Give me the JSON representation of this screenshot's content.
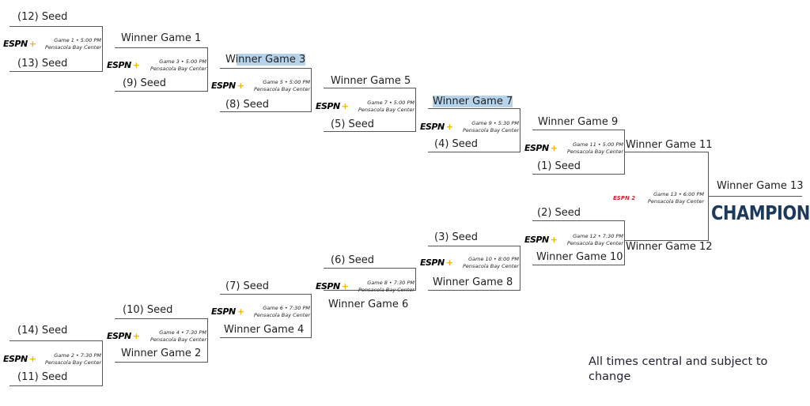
{
  "slots": {
    "s12": "(12) Seed",
    "s13": "(13) Seed",
    "s14": "(14) Seed",
    "s11": "(11) Seed",
    "s9": "(9) Seed",
    "s10": "(10) Seed",
    "s8": "(8) Seed",
    "s7": "(7) Seed",
    "s5": "(5) Seed",
    "s6": "(6) Seed",
    "s4": "(4) Seed",
    "s3": "(3) Seed",
    "s1": "(1) Seed",
    "s2": "(2) Seed",
    "w1": "Winner Game 1",
    "w2": "Winner Game 2",
    "w3": "Winner Game 3",
    "w4": "Winner Game 4",
    "w5": "Winner Game 5",
    "w6": "Winner Game 6",
    "w7": "Winner Game 7",
    "w8": "Winner Game 8",
    "w9": "Winner Game 9",
    "w10": "Winner Game 10",
    "w11": "Winner Game 11",
    "w12": "Winner Game 12",
    "w13": "Winner Game 13"
  },
  "games": {
    "g1": {
      "time": "Game 1 • 5:00 PM",
      "venue": "Pensacola Bay Center"
    },
    "g2": {
      "time": "Game 2 • 7:30 PM",
      "venue": "Pensacola Bay Center"
    },
    "g3": {
      "time": "Game 3 • 5:00 PM",
      "venue": "Pensacola Bay Center"
    },
    "g4": {
      "time": "Game 4 • 7:30 PM",
      "venue": "Pensacola Bay Center"
    },
    "g5": {
      "time": "Game 5 • 5:00 PM",
      "venue": "Pensacola Bay Center"
    },
    "g6": {
      "time": "Game 6 • 7:30 PM",
      "venue": "Pensacola Bay Center"
    },
    "g7": {
      "time": "Game 7 • 5:00 PM",
      "venue": "Pensacola Bay Center"
    },
    "g8": {
      "time": "Game 8 • 7:30 PM",
      "venue": "Pensacola Bay Center"
    },
    "g9": {
      "time": "Game 9 • 5:30 PM",
      "venue": "Pensacola Bay Center"
    },
    "g10": {
      "time": "Game 10 • 8:00 PM",
      "venue": "Pensacola Bay Center"
    },
    "g11": {
      "time": "Game 11 • 5:00 PM",
      "venue": "Pensacola Bay Center"
    },
    "g12": {
      "time": "Game 12 • 7:30 PM",
      "venue": "Pensacola Bay Center"
    },
    "g13": {
      "time": "Game 13 • 6:00 PM",
      "venue": "Pensacola Bay Center"
    }
  },
  "broadcast": {
    "espn_plus": "ESPN",
    "plus": "+",
    "espn2": "ESPN 2"
  },
  "highlight_color": "#b7d3ea",
  "champions": "CHAMPIONS",
  "note": "All times central and subject to change"
}
